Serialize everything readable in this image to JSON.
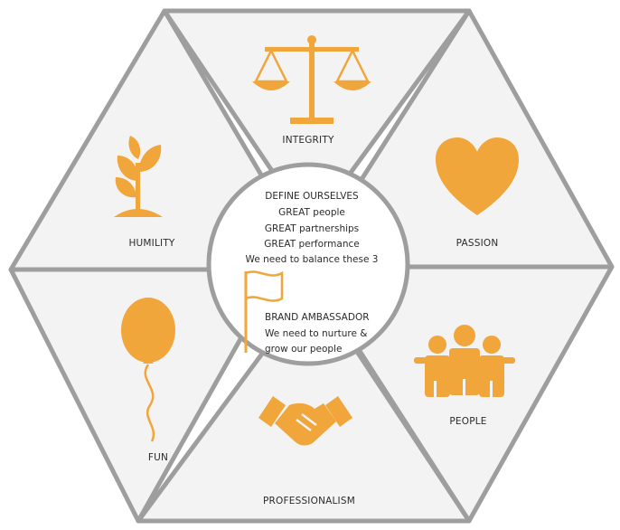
{
  "colors": {
    "accent": "#F0A63A",
    "border": "#9E9E9E",
    "segment_fill": "#F3F3F3",
    "center_fill": "#FFFFFF",
    "text": "#2B2B2B"
  },
  "segments": [
    {
      "id": "integrity",
      "label": "INTEGRITY",
      "icon": "scales-icon"
    },
    {
      "id": "passion",
      "label": "PASSION",
      "icon": "heart-icon"
    },
    {
      "id": "people",
      "label": "PEOPLE",
      "icon": "people-group-icon"
    },
    {
      "id": "professionalism",
      "label": "PROFESSIONALISM",
      "icon": "handshake-icon"
    },
    {
      "id": "fun",
      "label": "FUN",
      "icon": "balloon-icon"
    },
    {
      "id": "humility",
      "label": "HUMILITY",
      "icon": "sprout-icon"
    }
  ],
  "center": {
    "define": {
      "heading": "DEFINE OURSELVES",
      "lines": [
        "GREAT people",
        "GREAT partnerships",
        "GREAT performance",
        "We need to balance these 3"
      ]
    },
    "brand": {
      "heading": "BRAND AMBASSADOR",
      "lines": [
        "We need to nurture &",
        "grow our people"
      ],
      "icon": "flag-icon"
    }
  }
}
